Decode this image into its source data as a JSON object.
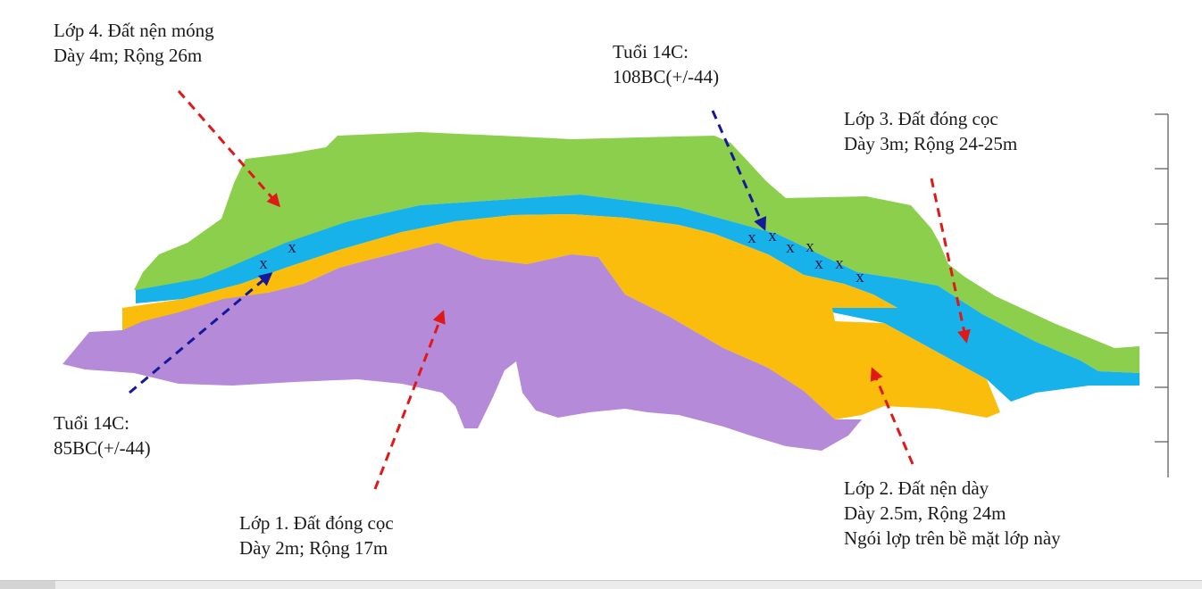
{
  "labels": {
    "layer4": {
      "line1": "Lớp 4. Đất nện móng",
      "line2": "Dày 4m; Rộng 26m"
    },
    "date_top": {
      "line1": "Tuổi 14C:",
      "line2": "108BC(+/-44)"
    },
    "layer3": {
      "line1": "Lớp 3. Đất đóng cọc",
      "line2": "Dày 3m; Rộng 24-25m"
    },
    "date_left": {
      "line1": "Tuổi 14C:",
      "line2": "85BC(+/-44)"
    },
    "layer1": {
      "line1": "Lớp 1. Đất đóng cọc",
      "line2": "Dày 2m; Rộng 17m"
    },
    "layer2": {
      "line1": "Lớp 2. Đất nện dày",
      "line2": "Dày 2.5m, Rộng 24m",
      "line3": "Ngói lợp trên bề mặt lớp này"
    }
  },
  "sample_mark": "x",
  "colors": {
    "layer4": "#8ccf4d",
    "layer3": "#18b2ea",
    "layer2": "#fbbd0b",
    "layer1": "#b48ad9",
    "red_arrow": "#e01818",
    "blue_arrow": "#15189a",
    "mark": "#1c1c50"
  }
}
